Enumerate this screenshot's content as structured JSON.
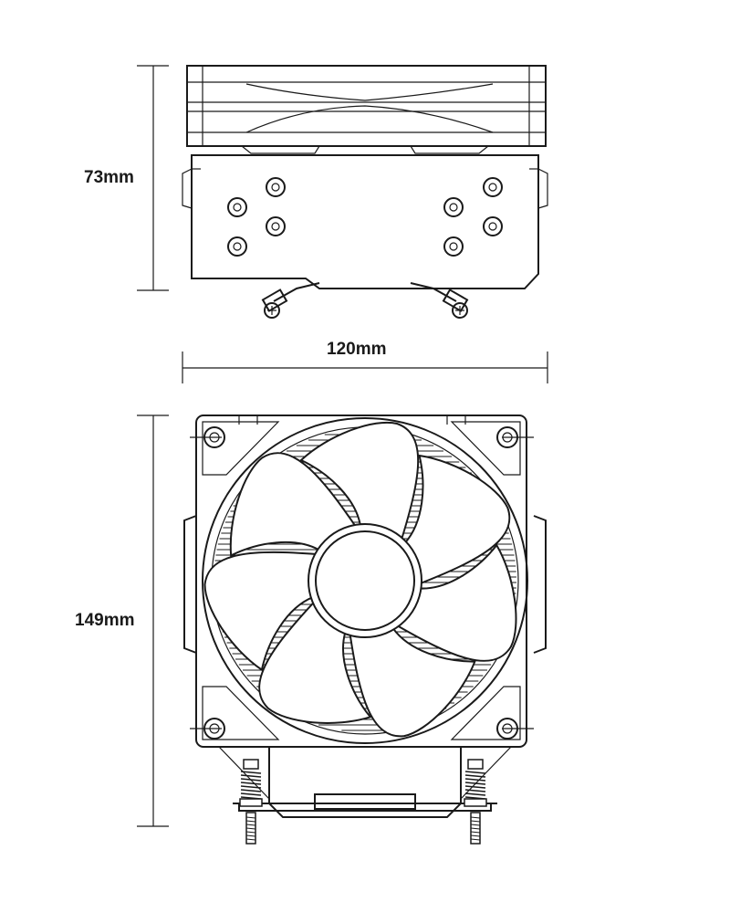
{
  "dimensions": {
    "height_top_view": "73mm",
    "width": "120mm",
    "height_front_view": "149mm"
  }
}
